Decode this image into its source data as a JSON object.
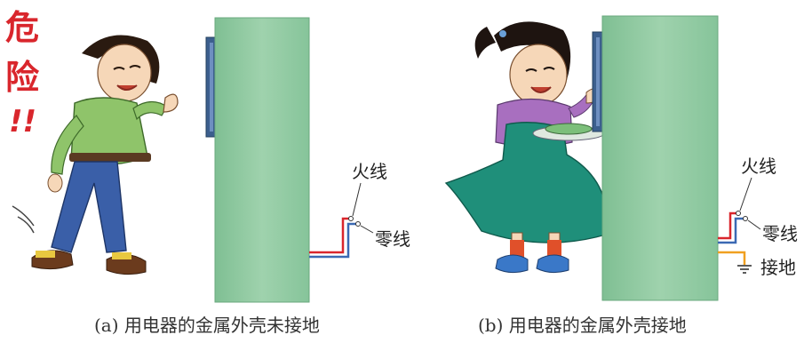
{
  "panel_a": {
    "warning": [
      "危",
      "险",
      "!!"
    ],
    "labels": {
      "live": "火线",
      "neutral": "零线"
    },
    "caption": "(a) 用电器的金属外壳未接地"
  },
  "panel_b": {
    "labels": {
      "live": "火线",
      "neutral": "零线",
      "ground": "接地"
    },
    "caption": "(b) 用电器的金属外壳接地"
  },
  "colors": {
    "cabinet": "#8fcaa0",
    "handle": "#3c5f8e",
    "live_wire": "#d9262c",
    "neutral_wire": "#3b69b3",
    "ground_wire": "#f0a020",
    "warning": "#d9262c"
  }
}
